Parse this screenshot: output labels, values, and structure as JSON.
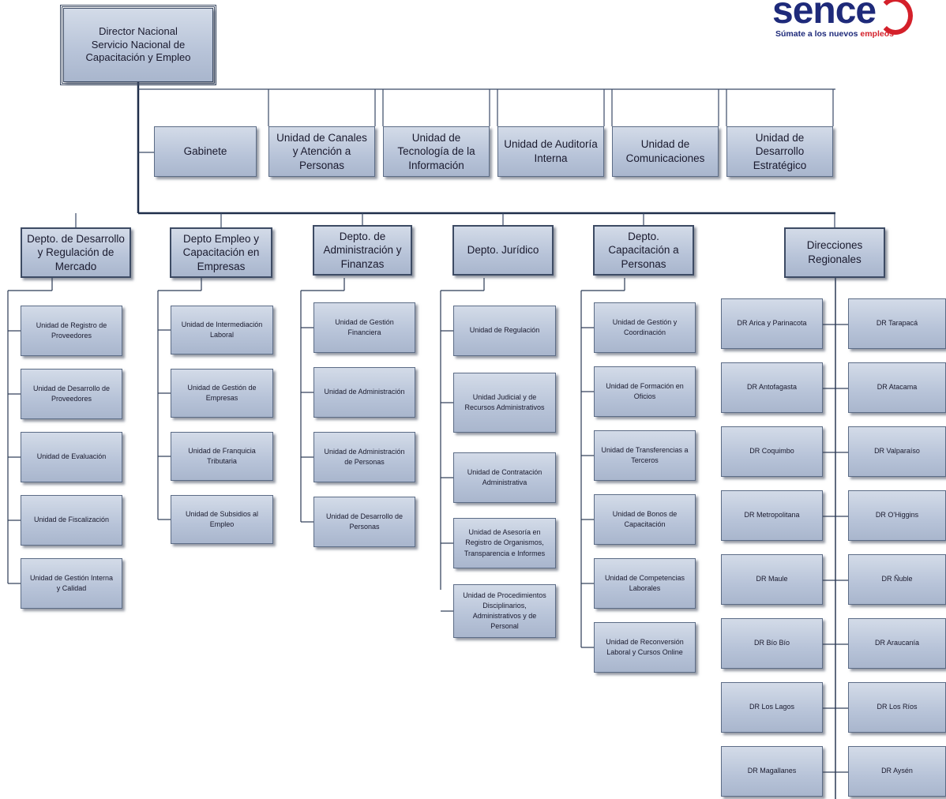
{
  "logo": {
    "word": "sence",
    "tag_prefix": "Súmate a los nuevos ",
    "tag_highlight": "empleos"
  },
  "director": "Director Nacional\nServicio Nacional de\nCapacitación y Empleo",
  "staff": [
    "Gabinete",
    "Unidad de Canales\ny Atención a\nPersonas",
    "Unidad de\nTecnología de la\nInformación",
    "Unidad de Auditoría\nInterna",
    "Unidad de\nComunicaciones",
    "Unidad de\nDesarrollo\nEstratégico"
  ],
  "departments": [
    {
      "title": "Depto. de Desarrollo\ny Regulación de\nMercado",
      "units": [
        "Unidad de Registro de\nProveedores",
        "Unidad de Desarrollo de\nProveedores",
        "Unidad de Evaluación",
        "Unidad de Fiscalización",
        "Unidad de Gestión Interna\ny Calidad"
      ]
    },
    {
      "title": "Depto Empleo y\nCapacitación en\nEmpresas",
      "units": [
        "Unidad de Intermediación\nLaboral",
        "Unidad de Gestión de\nEmpresas",
        "Unidad de Franquicia\nTributaria",
        "Unidad de Subsidios al\nEmpleo"
      ]
    },
    {
      "title": "Depto. de\nAdministración y\nFinanzas",
      "units": [
        "Unidad de Gestión\nFinanciera",
        "Unidad de Administración",
        "Unidad de Administración\nde Personas",
        "Unidad de Desarrollo de\nPersonas"
      ]
    },
    {
      "title": "Depto. Jurídico",
      "units": [
        "Unidad de Regulación",
        "Unidad Judicial y de\nRecursos Administrativos",
        "Unidad de Contratación\nAdministrativa",
        "Unidad de Asesoría en\nRegistro de Organismos,\nTransparencia e Informes",
        "Unidad de Procedimientos\nDisciplinarios,\nAdministrativos y de\nPersonal"
      ]
    },
    {
      "title": "Depto.\nCapacitación a\nPersonas",
      "units": [
        "Unidad de Gestión y\nCoordinación",
        "Unidad de Formación en\nOficios",
        "Unidad de Transferencias a\nTerceros",
        "Unidad de Bonos de\nCapacitación",
        "Unidad de Competencias\nLaborales",
        "Unidad de Reconversión\nLaboral y Cursos Online"
      ]
    },
    {
      "title": "Direcciones\nRegionales",
      "units": []
    }
  ],
  "regions_left": [
    "DR Arica y Parinacota",
    "DR Antofagasta",
    "DR Coquimbo",
    "DR Metropolitana",
    "DR Maule",
    "DR Bío Bío",
    "DR Los Lagos",
    "DR Magallanes"
  ],
  "regions_right": [
    "DR Tarapacá",
    "DR Atacama",
    "DR Valparaíso",
    "DR O'Higgins",
    "DR Ñuble",
    "DR Araucanía",
    "DR Los Ríos",
    "DR Aysén"
  ]
}
